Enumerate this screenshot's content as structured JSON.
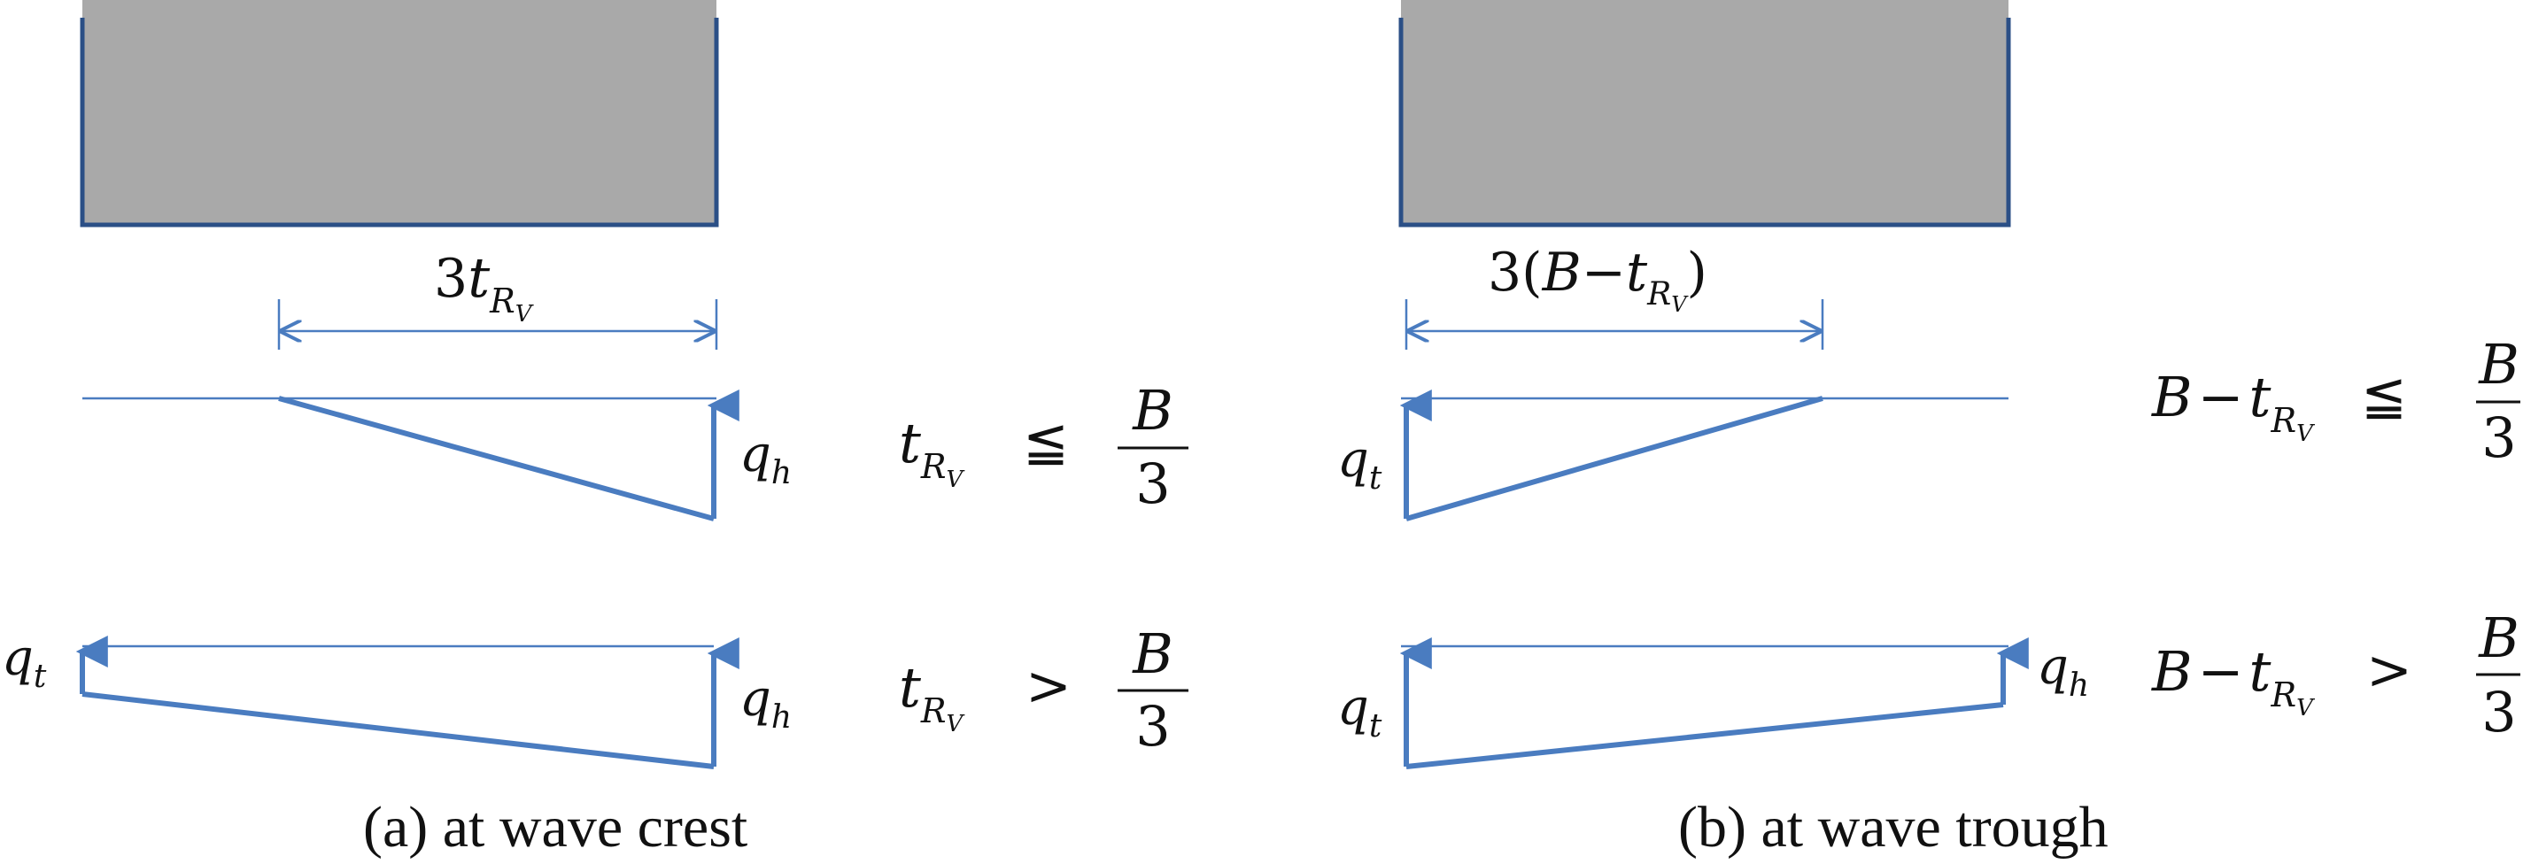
{
  "colors": {
    "block_fill": "#a9a9a9",
    "block_edge": "#2b4f86",
    "line": "#4a7cc0",
    "arrow": "#4a7cc0",
    "text": "#111111"
  },
  "panel_a": {
    "caption": "(a) at wave crest",
    "width_label": {
      "coef": "3",
      "var": "t",
      "sub": "R",
      "subsub": "V"
    },
    "case1": {
      "arrow_label": {
        "var": "q",
        "sub": "h"
      },
      "condition": {
        "lhs_var": "t",
        "lhs_sub": "R",
        "lhs_subsub": "V",
        "op": "≦",
        "num": "B",
        "den": "3"
      }
    },
    "case2": {
      "arrow_left_label": {
        "var": "q",
        "sub": "t"
      },
      "arrow_right_label": {
        "var": "q",
        "sub": "h"
      },
      "condition": {
        "lhs_var": "t",
        "lhs_sub": "R",
        "lhs_subsub": "V",
        "op": ">",
        "num": "B",
        "den": "3"
      }
    }
  },
  "panel_b": {
    "caption": "(b)  at wave trough",
    "width_label": {
      "coef": "3(",
      "B": "B",
      "minus": "−",
      "var": "t",
      "sub": "R",
      "subsub": "V",
      "close": ")"
    },
    "case1": {
      "arrow_label": {
        "var": "q",
        "sub": "t"
      },
      "condition": {
        "B": "B",
        "minus": "−",
        "lhs_var": "t",
        "lhs_sub": "R",
        "lhs_subsub": "V",
        "op": "≦",
        "num": "B",
        "den": "3"
      }
    },
    "case2": {
      "arrow_left_label": {
        "var": "q",
        "sub": "t"
      },
      "arrow_right_label": {
        "var": "q",
        "sub": "h"
      },
      "condition": {
        "B": "B",
        "minus": "−",
        "lhs_var": "t",
        "lhs_sub": "R",
        "lhs_subsub": "V",
        "op": ">",
        "num": "B",
        "den": "3"
      }
    }
  }
}
